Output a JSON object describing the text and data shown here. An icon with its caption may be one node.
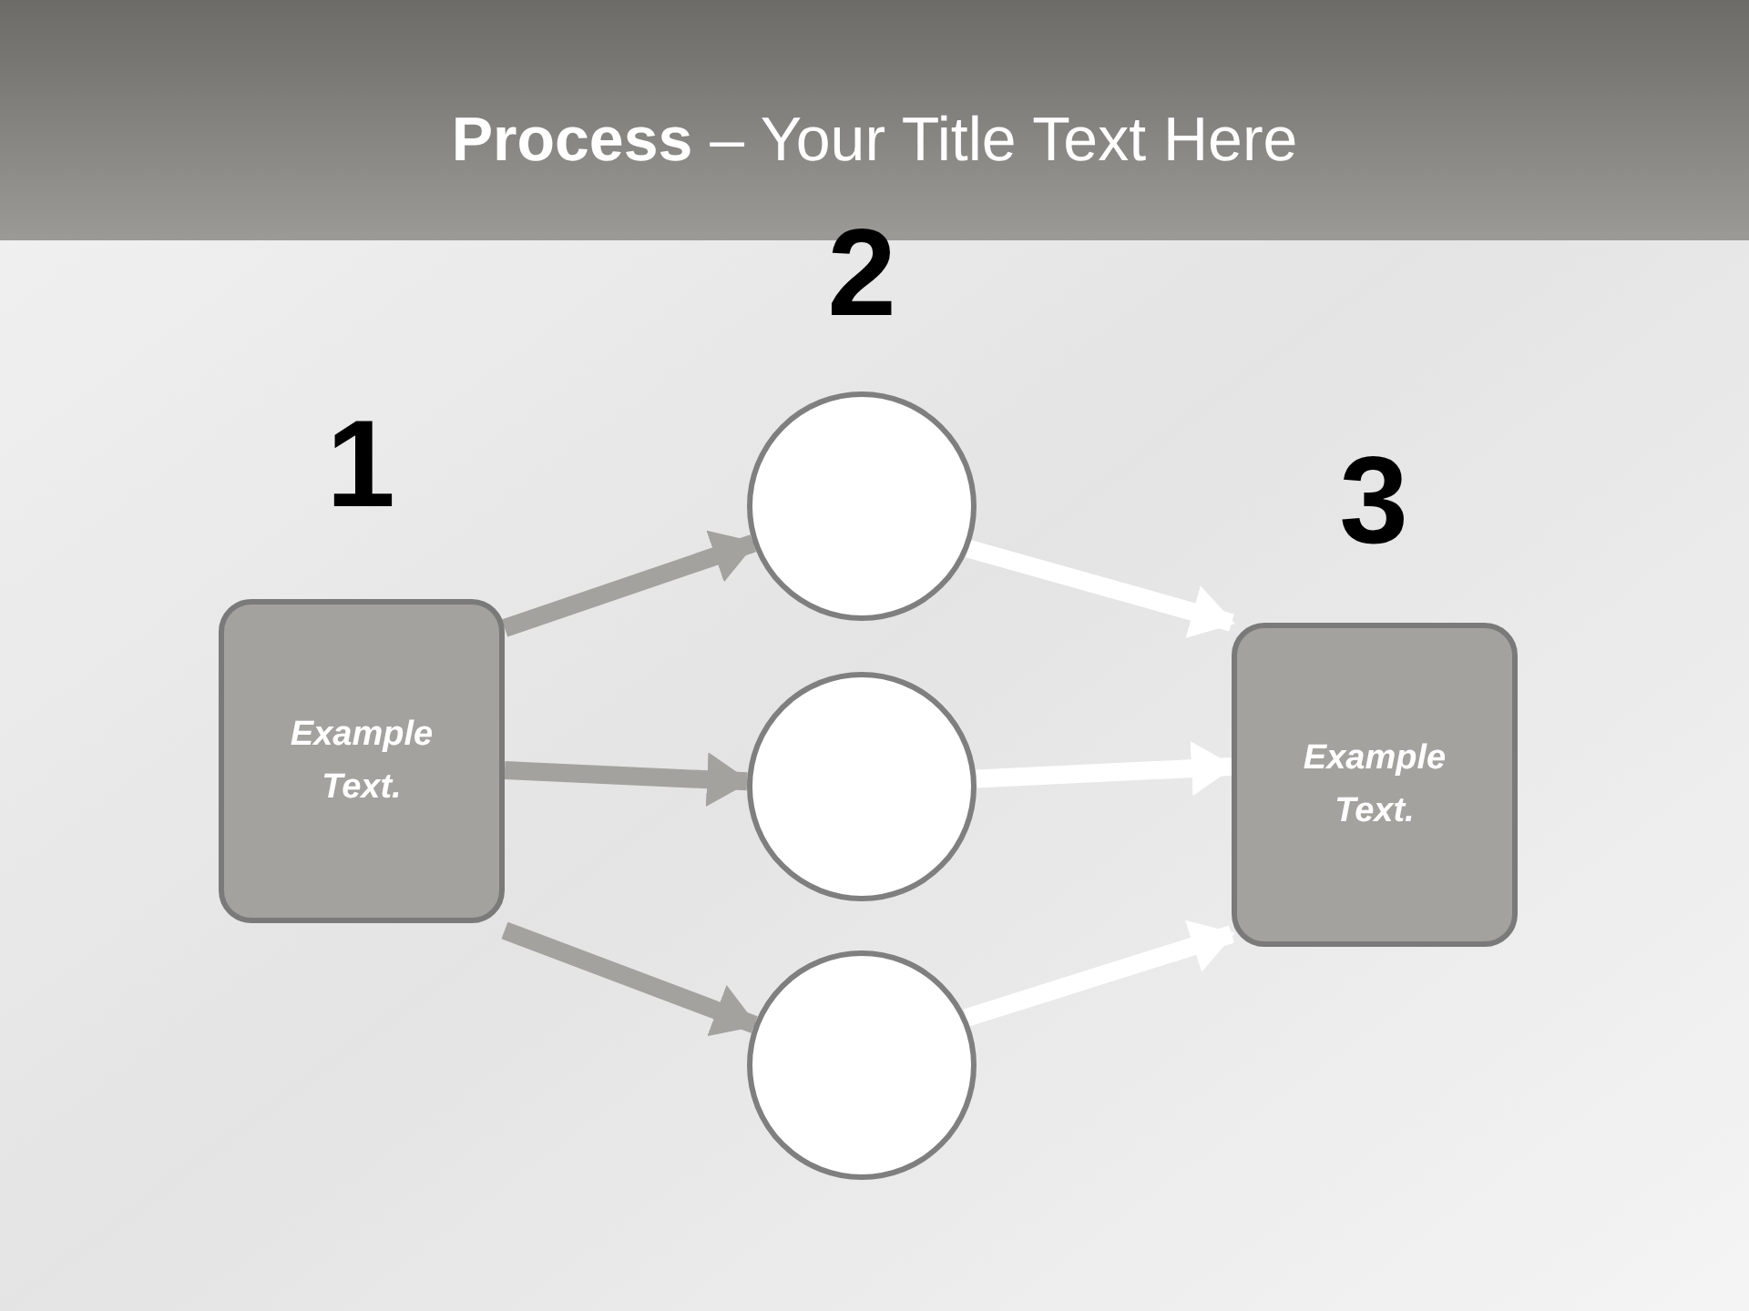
{
  "diagram": {
    "title": "**Process** – Your Title Text Here",
    "nodes": [
      {
        "text": [
          "Example Text."
        ],
        "beside": [
          "1"
        ]
      },
      {
        "text": [],
        "shape": "circle",
        "beside": [
          "2"
        ]
      },
      {
        "text": [],
        "shape": "circle"
      },
      {
        "text": [],
        "shape": "circle"
      },
      {
        "text": [
          "Example Text."
        ],
        "beside": [
          "3"
        ]
      }
    ],
    "edges": [
      {
        "from": 0,
        "to": 1,
        "arrow": "to"
      },
      {
        "from": 0,
        "to": 2,
        "arrow": "to"
      },
      {
        "from": 0,
        "to": 3,
        "arrow": "to"
      },
      {
        "from": 1,
        "to": 4,
        "arrow": "to",
        "color": "#ffffff"
      },
      {
        "from": 2,
        "to": 4,
        "arrow": "to",
        "color": "#ffffff"
      },
      {
        "from": 3,
        "to": 4,
        "arrow": "to",
        "color": "#ffffff"
      }
    ]
  }
}
